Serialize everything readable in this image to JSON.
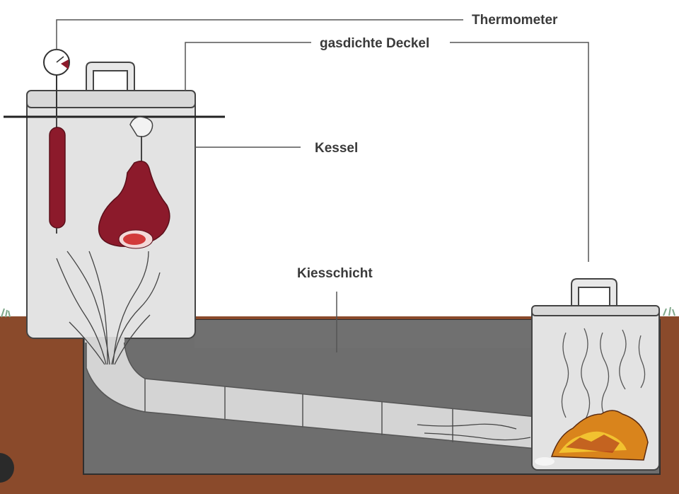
{
  "labels": {
    "thermometer": "Thermometer",
    "lid": "gasdichte Deckel",
    "kettle": "Kessel",
    "gravel": "Kiesschicht"
  },
  "colors": {
    "soil": "#8a4a2b",
    "gravel": "#6e6e6e",
    "container": "#e3e3e3",
    "meat": "#8c1a2b",
    "fire": "#d9841c",
    "leader_line": "#555555"
  },
  "icons": [
    "thermometer-icon",
    "sausage-icon",
    "ham-icon",
    "smoke-icon",
    "fire-icon",
    "handle-icon"
  ]
}
